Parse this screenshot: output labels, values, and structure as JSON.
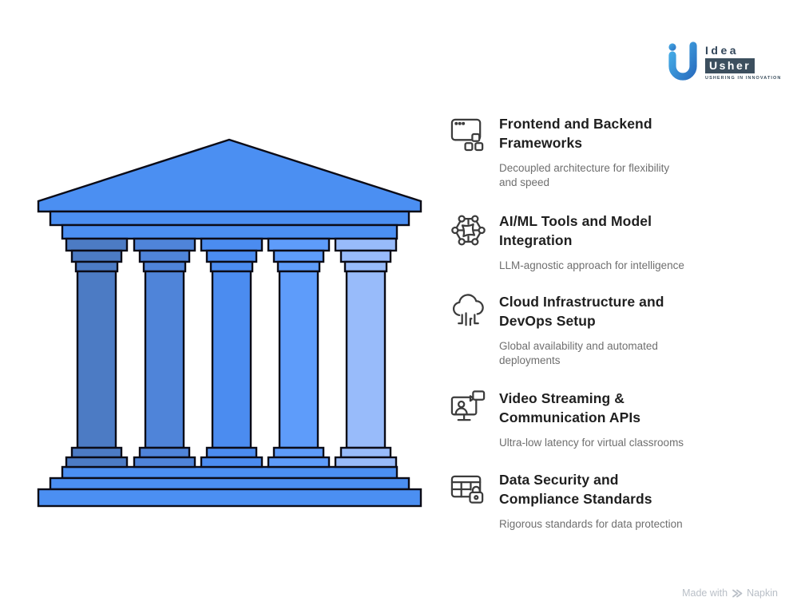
{
  "logo": {
    "brand_top": "Idea",
    "brand_bottom": "Usher",
    "tagline": "USHERING IN INNOVATION"
  },
  "items": [
    {
      "icon": "browser-frameworks",
      "title_line1": "Frontend and Backend",
      "title_line2": "Frameworks",
      "subtitle_line1": "Decoupled architecture for flexibility",
      "subtitle_line2": "and speed"
    },
    {
      "icon": "ai-network",
      "title_line1": "AI/ML Tools and Model",
      "title_line2": "Integration",
      "subtitle_line1": "LLM-agnostic approach for intelligence"
    },
    {
      "icon": "cloud-devops",
      "title_line1": "Cloud Infrastructure and",
      "title_line2": "DevOps Setup",
      "subtitle_line1": "Global availability and automated",
      "subtitle_line2": "deployments"
    },
    {
      "icon": "video-communication",
      "title_line1": "Video Streaming &",
      "title_line2": "Communication APIs",
      "subtitle_line1": "Ultra-low latency for virtual classrooms"
    },
    {
      "icon": "data-security-lock",
      "title_line1": "Data Security and",
      "title_line2": "Compliance Standards",
      "subtitle_line1": "Rigorous standards for data protection"
    }
  ],
  "temple": {
    "pillar_count": 5,
    "structure_color": "#4b8ff2",
    "outline_color": "#0b0b16",
    "pillar_colors": [
      "#4c7bc4",
      "#4f84d9",
      "#4b8cf0",
      "#5e9cfa",
      "#98bbfa"
    ]
  },
  "footer": {
    "made_with": "Made with",
    "brand": "Napkin"
  },
  "colors": {
    "title_text": "#1f1f1f",
    "subtitle_text": "#6f6f6f",
    "icon_stroke": "#3c3c3c",
    "logo_blue": "#3a9ad9",
    "logo_navy": "#3c4f5e",
    "credit_gray": "#b9bfc7"
  }
}
